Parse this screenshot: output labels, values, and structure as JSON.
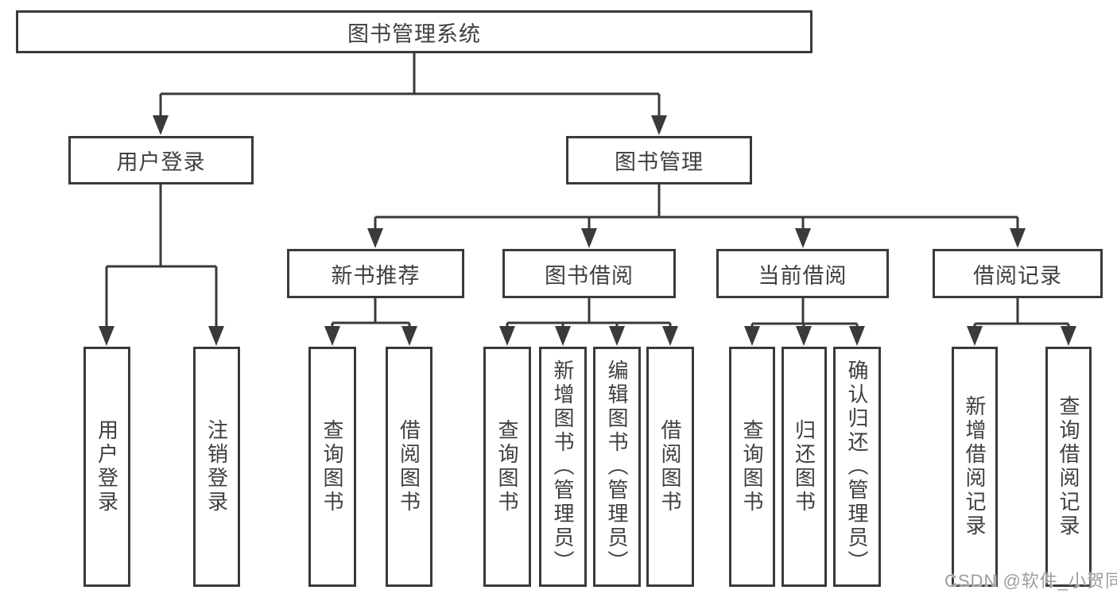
{
  "diagram": {
    "root": {
      "label": "图书管理系统"
    },
    "branches": [
      {
        "label": "用户登录",
        "children": [
          {
            "label": "用户登录"
          },
          {
            "label": "注销登录"
          }
        ]
      },
      {
        "label": "图书管理",
        "children": [
          {
            "label": "新书推荐",
            "children": [
              {
                "label": "查询图书"
              },
              {
                "label": "借阅图书"
              }
            ]
          },
          {
            "label": "图书借阅",
            "children": [
              {
                "label": "查询图书"
              },
              {
                "label": "新增图书（管理员）"
              },
              {
                "label": "编辑图书（管理员）"
              },
              {
                "label": "借阅图书"
              }
            ]
          },
          {
            "label": "当前借阅",
            "children": [
              {
                "label": "查询图书"
              },
              {
                "label": "归还图书"
              },
              {
                "label": "确认归还（管理员）"
              }
            ]
          },
          {
            "label": "借阅记录",
            "children": [
              {
                "label": "新增借阅记录"
              },
              {
                "label": "查询借阅记录"
              }
            ]
          }
        ]
      }
    ]
  },
  "watermark": {
    "text": "CSDN @软件_小贺同学"
  },
  "colors": {
    "line": "#3a3a3a",
    "text": "#3f3f3f",
    "background": "#ffffff",
    "watermark": "#9d9d9d"
  }
}
